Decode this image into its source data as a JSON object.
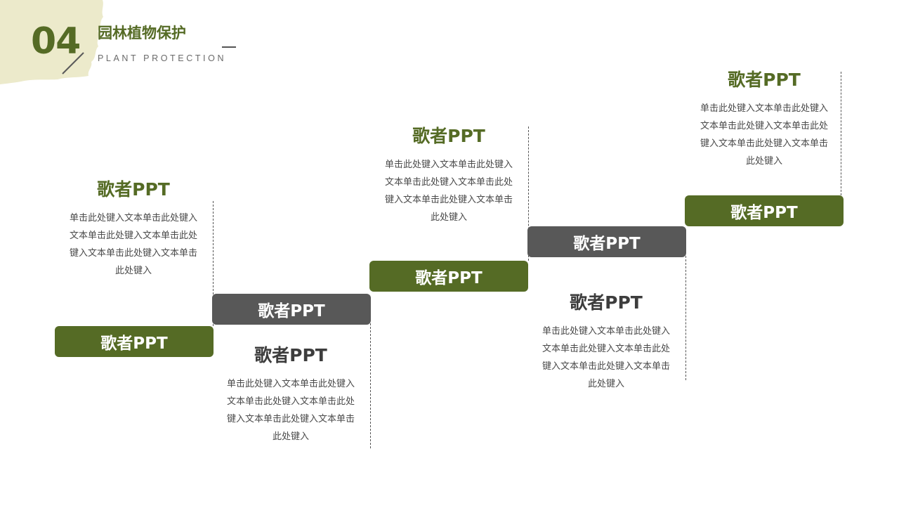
{
  "header": {
    "section_number": "04",
    "title_cn": "园林植物保护",
    "title_en": "PLANT PROTECTION"
  },
  "steps": [
    {
      "button_label": "歌者PPT",
      "heading": "歌者PPT",
      "body": "单击此处键入文本单击此处键入文本单击此处键入文本单击此处键入文本单击此处键入文本单击此处键入"
    },
    {
      "button_label": "歌者PPT",
      "heading": "歌者PPT",
      "body": "单击此处键入文本单击此处键入文本单击此处键入文本单击此处键入文本单击此处键入文本单击此处键入"
    },
    {
      "button_label": "歌者PPT",
      "heading": "歌者PPT",
      "body": "单击此处键入文本单击此处键入文本单击此处键入文本单击此处键入文本单击此处键入文本单击此处键入"
    },
    {
      "button_label": "歌者PPT",
      "heading": "歌者PPT",
      "body": "单击此处键入文本单击此处键入文本单击此处键入文本单击此处键入文本单击此处键入文本单击此处键入"
    },
    {
      "button_label": "歌者PPT",
      "heading": "歌者PPT",
      "body": "单击此处键入文本单击此处键入文本单击此处键入文本单击此处键入文本单击此处键入文本单击此处键入"
    }
  ],
  "colors": {
    "accent_green": "#556b25",
    "step_gray": "#585858",
    "brush_beige": "#eceacb"
  }
}
